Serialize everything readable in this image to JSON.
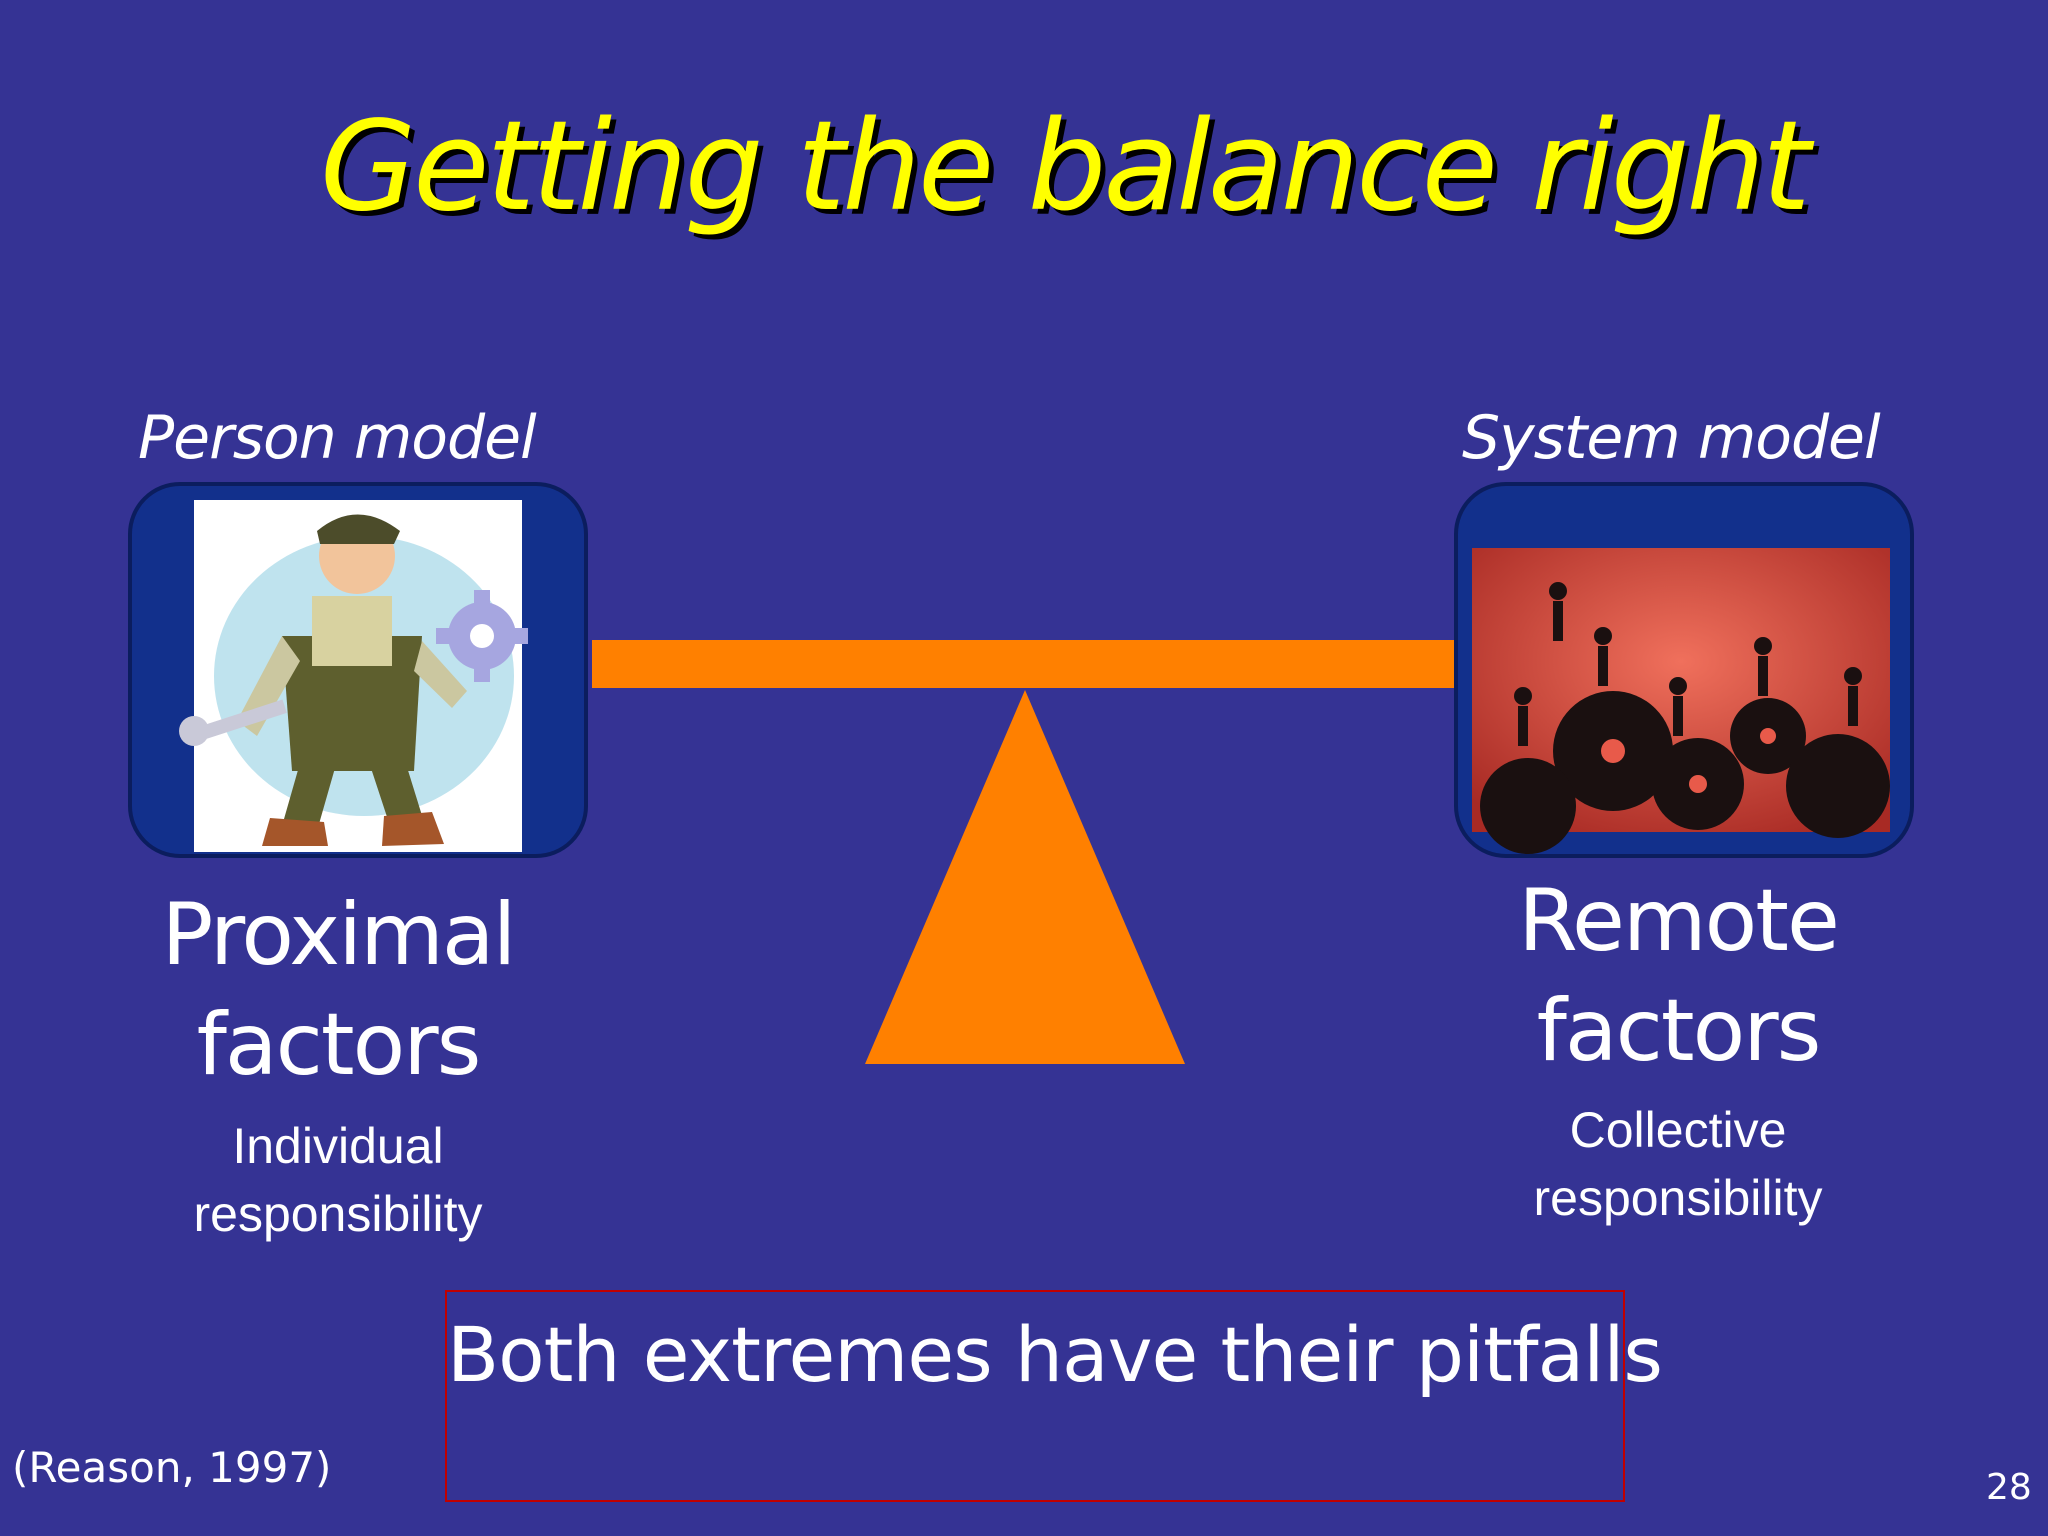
{
  "slide": {
    "title": "Getting the balance right",
    "left": {
      "model_label": "Person model",
      "image_icon": "mechanic-with-wrench-and-gear",
      "factor_line1": "Proximal",
      "factor_line2": "factors",
      "sub_line1": "Individual",
      "sub_line2": "responsibility"
    },
    "right": {
      "model_label": "System model",
      "image_icon": "people-running-on-gears",
      "factor_line1": "Remote",
      "factor_line2": "factors",
      "sub_line1": "Collective",
      "sub_line2": "responsibility"
    },
    "callout": "Both extremes have their pitfalls",
    "citation": "(Reason, 1997)",
    "page_number": "28"
  },
  "colors": {
    "background": "#353394",
    "title": "#ffff00",
    "scale": "#ff8000",
    "panel": "#12308c",
    "callout_border": "#c00000"
  }
}
